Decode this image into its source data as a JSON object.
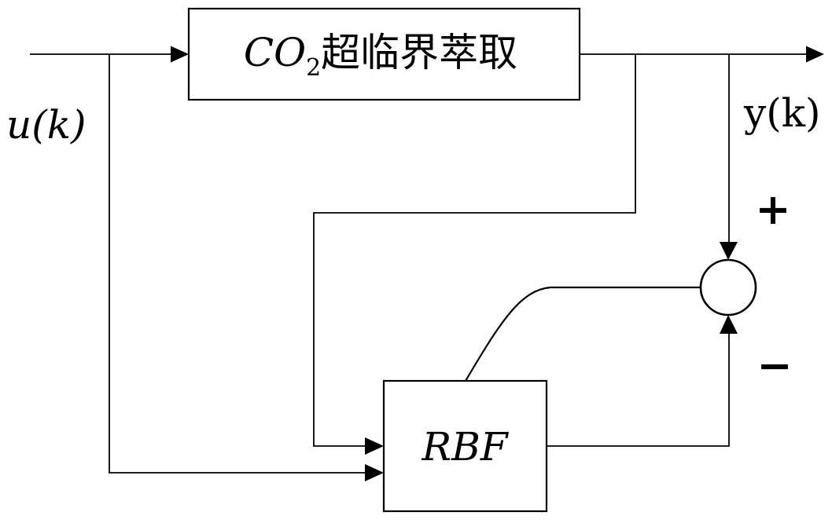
{
  "diagram": {
    "plant_block": {
      "label_prefix": "CO",
      "label_subscript": "2",
      "label_suffix": "超临界萃取"
    },
    "model_block": {
      "label": "RBF"
    },
    "signals": {
      "input_label": "u(k)",
      "output_label": "y(k)",
      "plus_sign": "+",
      "minus_sign": "−"
    },
    "colors": {
      "line": "#000000",
      "background": "#ffffff"
    }
  }
}
